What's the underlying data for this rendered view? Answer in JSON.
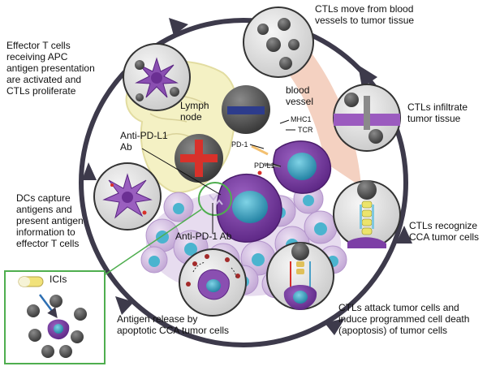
{
  "labels": {
    "ctl_move": "CTLs move from blood\nvessels to tumor tissue",
    "effector": "Effector T cells\nreceiving APC\nantigen presentation\nare activated and\nCTLs proliferate",
    "lymph": "Lymph\nnode",
    "blood": "blood\nvessel",
    "mhc1": "MHC1",
    "tcr": "TCR",
    "infiltrate": "CTLs infiltrate\ntumor tissue",
    "anti_pdl1": "Anti-PD-L1\nAb",
    "pd1": "PD-1",
    "pdl1": "PD-L1",
    "dcs": "DCs capture\nantigens and\npresent antigen\ninformation to\neffector T cells",
    "anti_pd1": "Anti-PD-1 Ab",
    "recognize": "CTLs recognize\nCCA tumor cells",
    "icis": "ICIs",
    "antigen_release": "Antigen release by\napoptotic CCA tumor cells",
    "attack": "CTLs attack tumor cells and\ninduce programmed cell death\n(apoptosis) of tumor cells"
  },
  "colors": {
    "cycle_arrow": "#3d3a4b",
    "ctl_purple": "#7d3fa6",
    "tumor_cell": "#cdb6de",
    "nucleus_teal": "#3ba7c4",
    "blood_vessel": "#f2c9b6",
    "lymph_node": "#f4f1c4",
    "inset_border": "#4fae4f",
    "inhibitor_red": "#d8312a",
    "inhibitor_blue": "#2d3c8c"
  }
}
